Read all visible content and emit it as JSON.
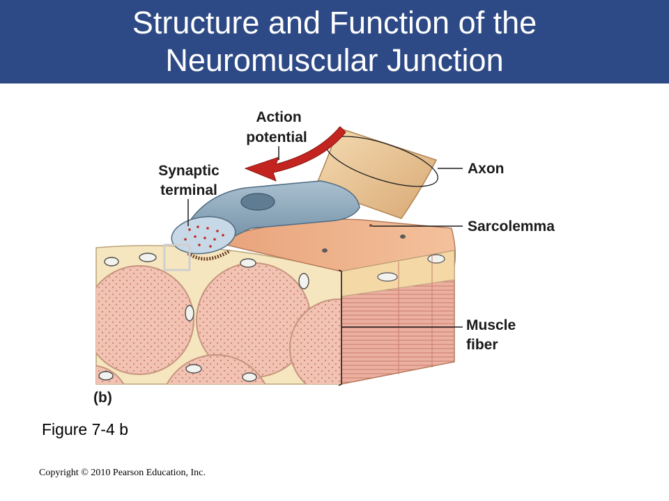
{
  "slide": {
    "title_line1": "Structure and Function of the",
    "title_line2": "Neuromuscular Junction",
    "caption": "Figure 7-4 b",
    "copyright": "Copyright © 2010 Pearson Education, Inc."
  },
  "diagram": {
    "labels": {
      "action_potential_line1": "Action",
      "action_potential_line2": "potential",
      "synaptic_line1": "Synaptic",
      "synaptic_line2": "terminal",
      "axon": "Axon",
      "sarcolemma": "Sarcolemma",
      "muscle_fiber_line1": "Muscle",
      "muscle_fiber_line2": "fiber",
      "panel": "(b)"
    },
    "colors": {
      "title_bar": "#2e4a86",
      "arrow": "#c4241f",
      "muscle_fiber": "#f0c6b4",
      "cytoplasm": "#f7e9c6",
      "axon_sheath": "#e9c796",
      "nerve_terminal": "#8fa9bc"
    }
  }
}
